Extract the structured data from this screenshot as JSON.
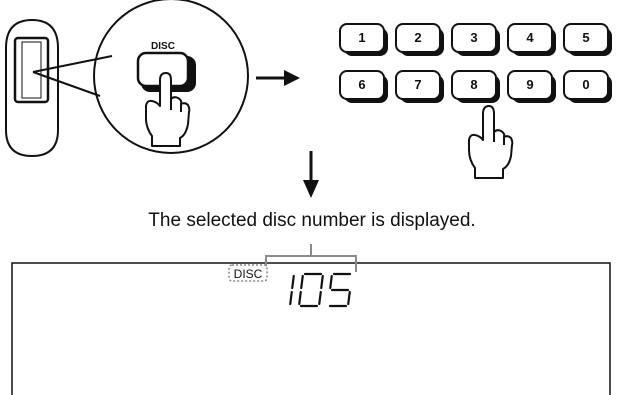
{
  "figure": {
    "remote_button_label": "DISC",
    "keypad_keys": [
      "1",
      "2",
      "3",
      "4",
      "5",
      "6",
      "7",
      "8",
      "9",
      "0"
    ],
    "caption": "The selected disc number is displayed.",
    "display_indicator": "DISC",
    "display_value": "105",
    "colors": {
      "ink": "#111111",
      "bracket": "#8a8a8a",
      "indicator_blink": "#888888"
    }
  }
}
